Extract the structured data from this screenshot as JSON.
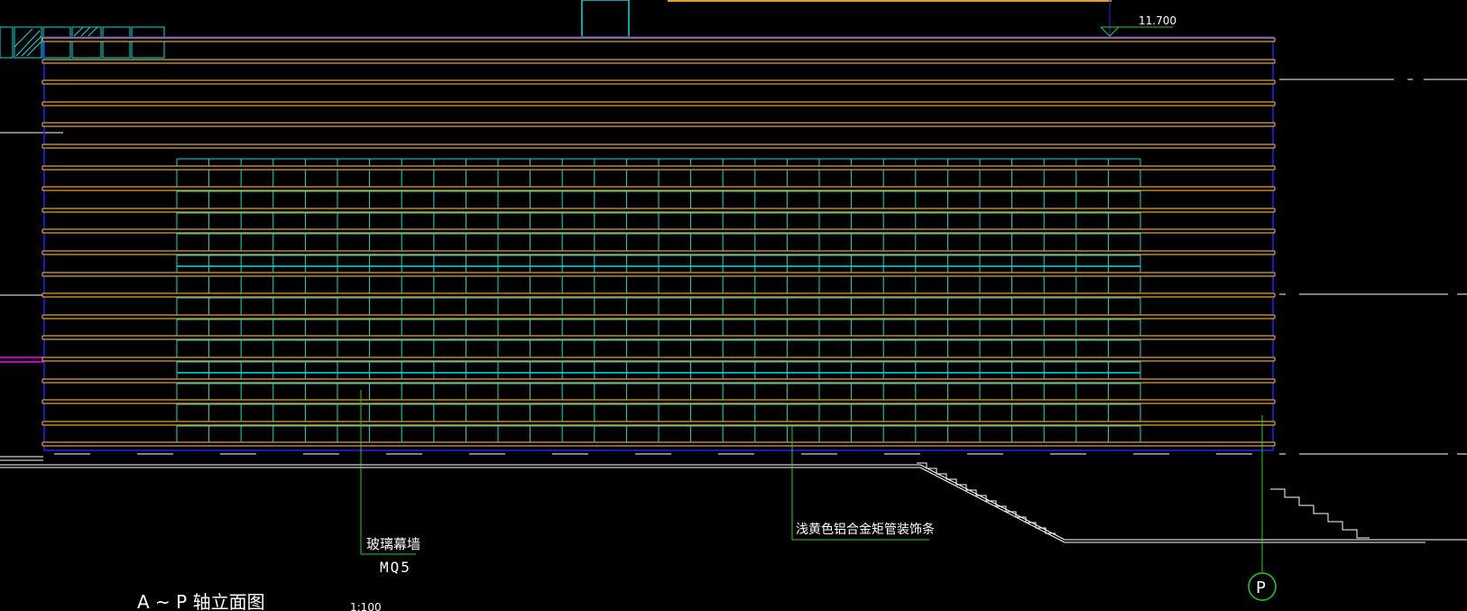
{
  "elevation_mark": "11.700",
  "title": "A ~ P 轴立面图",
  "scale": "1:100",
  "axis_label": "P",
  "labels": {
    "curtain_wall": "玻璃幕墙",
    "curtain_wall_code": "MQ5",
    "decor_strip": "浅黄色铝合金矩管装饰条"
  },
  "colors": {
    "background": "#000000",
    "outline": "#2020ff",
    "strip": "#e0a030",
    "glass": "#00e0e0",
    "leader": "#20d020",
    "ground": "#ffffff",
    "magenta": "#ff00ff"
  }
}
